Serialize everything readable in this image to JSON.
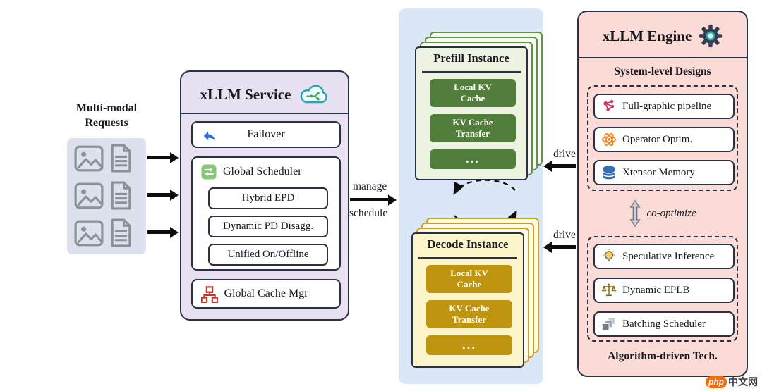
{
  "requests": {
    "label_line1": "Multi-modal",
    "label_line2": "Requests"
  },
  "service": {
    "title": "xLLM Service",
    "failover_label": "Failover",
    "scheduler_label": "Global Scheduler",
    "scheduler_items": [
      "Hybrid EPD",
      "Dynamic PD Disagg.",
      "Unified On/Offline"
    ],
    "cache_mgr_label": "Global Cache Mgr"
  },
  "flow_labels": {
    "manage": "manage",
    "schedule": "schedule",
    "drive_top": "drive",
    "drive_bottom": "drive"
  },
  "prefill": {
    "title": "Prefill Instance",
    "items": [
      "Local KV Cache",
      "KV Cache Transfer",
      "..."
    ]
  },
  "decode": {
    "title": "Decode Instance",
    "items": [
      "Local KV Cache",
      "KV Cache Transfer",
      "..."
    ]
  },
  "engine": {
    "title": "xLLM Engine",
    "system_header": "System-level Designs",
    "system_items": [
      "Full-graphic pipeline",
      "Operator Optim.",
      "Xtensor Memory"
    ],
    "co_optimize_label": "co-optimize",
    "algo_items": [
      "Speculative Inference",
      "Dynamic EPLB",
      "Batching Scheduler"
    ],
    "algo_footer": "Algorithm-driven Tech."
  },
  "watermark": {
    "php": "php",
    "cn": "中文网"
  },
  "colors": {
    "service_bg": "#e7e1f2",
    "engine_bg": "#fbdbd6",
    "middle_bg": "#d9e7f7",
    "requests_bg": "#dde1ed",
    "prefill_card_bg": "#ecf4e1",
    "prefill_button_bg": "#527e3b",
    "decode_card_bg": "#fcf4cb",
    "decode_button_bg": "#bf940e",
    "outline": "#2a3047"
  },
  "icons": {
    "image-icon": "gray picture placeholder",
    "document-icon": "gray text document",
    "cloud-icon": "teal cloud with green circuit",
    "failover-icon": "blue reply arrow",
    "scheduler-icon": "green square with white transfer arrows",
    "cache-mgr-icon": "red hierarchy tree",
    "gear-icon": "dark gear with teal core",
    "pipeline-icon": "magenta node graph",
    "operator-icon": "orange atom",
    "memory-icon": "blue database cylinder",
    "speculative-icon": "yellow lightbulb",
    "eplb-icon": "balance scale",
    "batching-icon": "gray stacked layers",
    "co-optimize-icon": "gray double-headed arrow",
    "cycle-arrows-icon": "dashed circular exchange arrows"
  }
}
